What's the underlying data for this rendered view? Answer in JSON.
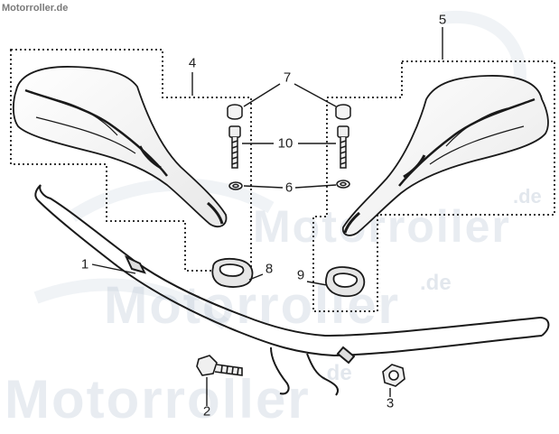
{
  "watermark": {
    "site": "Motorroller.de",
    "brand": "Motorroller",
    "tld": ".de"
  },
  "callouts": [
    {
      "id": "1",
      "label": "1"
    },
    {
      "id": "2",
      "label": "2"
    },
    {
      "id": "3",
      "label": "3"
    },
    {
      "id": "4",
      "label": "4"
    },
    {
      "id": "5",
      "label": "5"
    },
    {
      "id": "6",
      "label": "6"
    },
    {
      "id": "7",
      "label": "7"
    },
    {
      "id": "8",
      "label": "8"
    },
    {
      "id": "9",
      "label": "9"
    },
    {
      "id": "10",
      "label": "10"
    }
  ],
  "colors": {
    "line": "#1a1a1a",
    "dotted": "#333333",
    "watermark": "#aabccc"
  }
}
